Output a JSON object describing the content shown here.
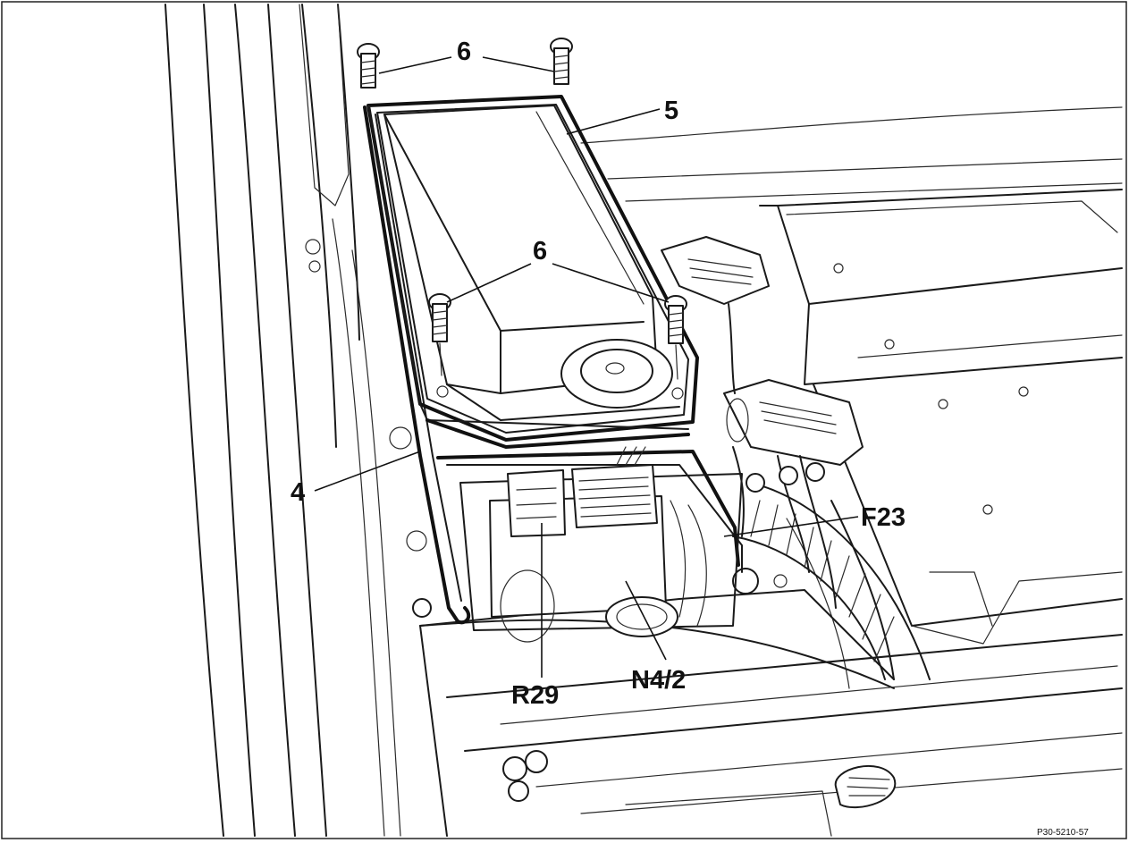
{
  "figure": {
    "reference_code": "P30-5210-57"
  },
  "callouts": {
    "screws_top": "6",
    "cover": "5",
    "screws_mid": "6",
    "seal": "4",
    "fuse": "F23",
    "resistor": "R29",
    "control_unit": "N4/2"
  }
}
